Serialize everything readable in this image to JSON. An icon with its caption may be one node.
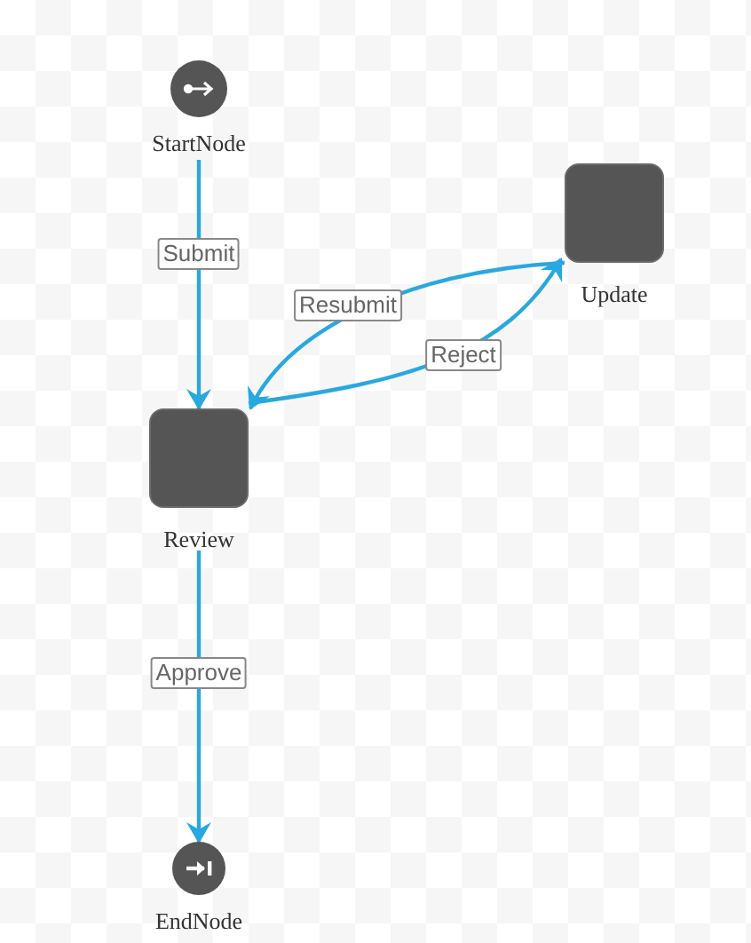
{
  "diagram": {
    "nodes": [
      {
        "text": [
          "StartNode"
        ]
      },
      {
        "text": [
          "Update"
        ]
      },
      {
        "text": [
          "Review"
        ]
      },
      {
        "text": [
          "EndNode"
        ]
      }
    ],
    "edges": [
      {
        "from": 0,
        "to": 2,
        "arrow": "to",
        "label": "Submit"
      },
      {
        "from": 1,
        "to": 2,
        "arrow": "to",
        "label": "Resubmit"
      },
      {
        "from": 2,
        "to": 1,
        "arrow": "to",
        "label": "Reject"
      },
      {
        "from": 2,
        "to": 3,
        "arrow": "to",
        "label": "Approve"
      }
    ]
  }
}
